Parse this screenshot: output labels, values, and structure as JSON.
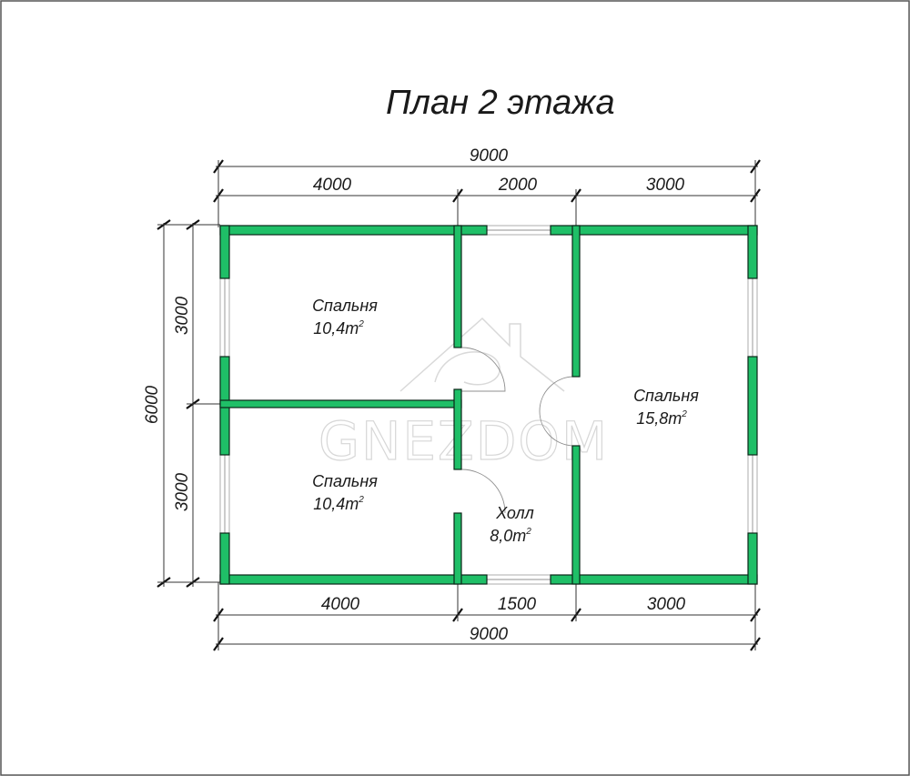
{
  "title": "План 2 этажа",
  "dimensions": {
    "top_total": "9000",
    "top_parts": [
      "4000",
      "2000",
      "3000"
    ],
    "bottom_parts": [
      "4000",
      "1500",
      "3000"
    ],
    "bottom_total": "9000",
    "left_total": "6000",
    "left_parts": [
      "3000",
      "3000"
    ]
  },
  "rooms": [
    {
      "name": "Спальня",
      "area": "10,4",
      "unit": "m",
      "exp": "2"
    },
    {
      "name": "Спальня",
      "area": "10,4",
      "unit": "m",
      "exp": "2"
    },
    {
      "name": "Спальня",
      "area": "15,8",
      "unit": "m",
      "exp": "2"
    },
    {
      "name": "Холл",
      "area": "8,0",
      "unit": "m",
      "exp": "2"
    }
  ],
  "watermark": "GNEZDOM",
  "colors": {
    "wall": "#1fbf67",
    "wall_outline": "#0b2618",
    "border": "#555555"
  }
}
